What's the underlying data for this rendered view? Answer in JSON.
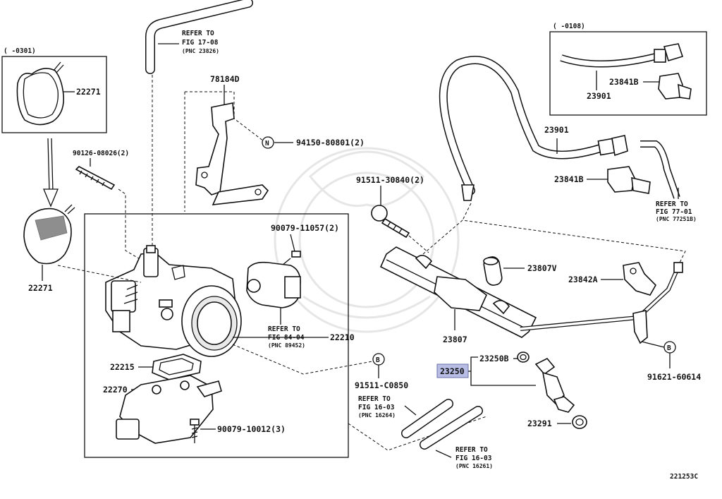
{
  "diagram": {
    "code": "221253C",
    "date_notes": {
      "left": "(     -0301)",
      "right": "(     -0108)"
    },
    "highlight_color": "#b8bde6",
    "callouts": {
      "c22271_top": "22271",
      "c22271_bot": "22271",
      "c90126": "90126-08026(2)",
      "c78184d": "78184D",
      "c94150": "94150-80801(2)",
      "c91511_30840": "91511-30840(2)",
      "c90079_11057": "90079-11057(2)",
      "c22210": "22210",
      "c22215": "22215",
      "c22270": "22270",
      "c90079_10012": "90079-10012(3)",
      "c91511_c0850": "91511-C0850",
      "c23807v": "23807V",
      "c23842a": "23842A",
      "c23807": "23807",
      "c23250b": "23250B",
      "c23250": "23250",
      "c23291": "23291",
      "c91621": "91621-60614",
      "c23901_box": "23901",
      "c23841b_box": "23841B",
      "c23901": "23901",
      "c23841b": "23841B"
    },
    "symbols": {
      "n1": "N",
      "b1": "B",
      "b2": "B"
    },
    "refs": {
      "r17_l1": "REFER TO",
      "r17_l2": "FIG 17-08",
      "r17_l3": "(PNC 23826)",
      "r84_l1": "REFER TO",
      "r84_l2": "FIG 84-04",
      "r84_l3": "(PNC 89452)",
      "r77_l1": "REFER TO",
      "r77_l2": "FIG 77-01",
      "r77_l3": "(PNC 77251B)",
      "r16a_l1": "REFER TO",
      "r16a_l2": "FIG 16-03",
      "r16a_l3": "(PNC 16264)",
      "r16b_l1": "REFER TO",
      "r16b_l2": "FIG 16-03",
      "r16b_l3": "(PNC 16261)"
    }
  }
}
